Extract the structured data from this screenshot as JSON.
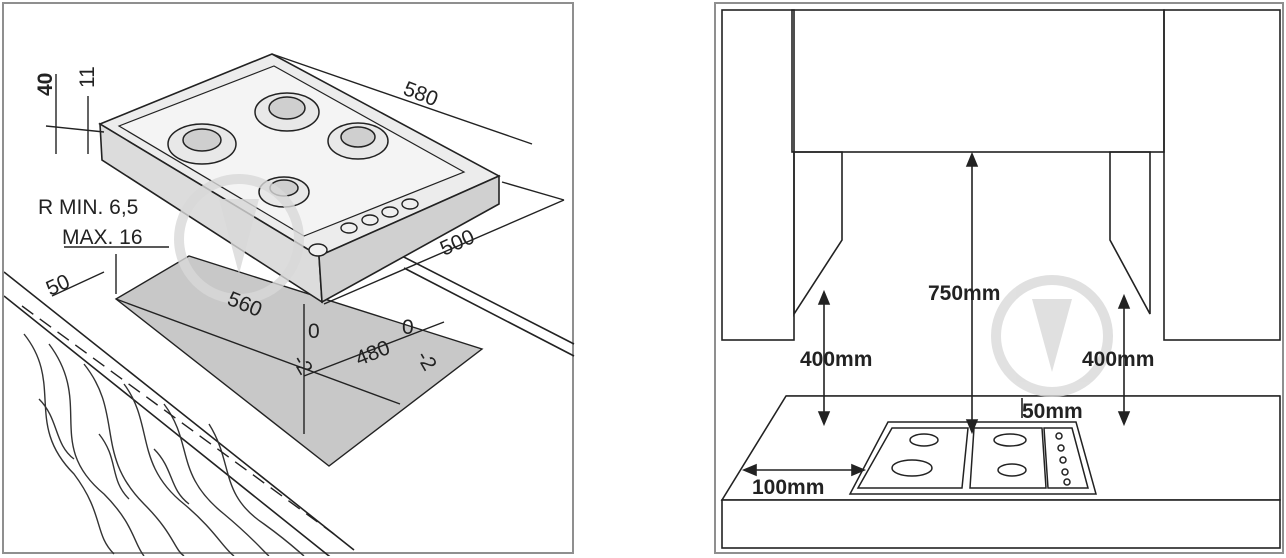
{
  "left": {
    "width_580": "580",
    "depth_500": "500",
    "cut_560": "560",
    "cut_480": "480",
    "tol_560_plus": "0",
    "tol_560_minus": "-2",
    "tol_480_plus": "0",
    "tol_480_minus": "-2",
    "height_40": "40",
    "height_11": "11",
    "radius_min": "R MIN. 6,5",
    "radius_max": "MAX. 16",
    "edge_50": "50"
  },
  "right": {
    "height_750": "750mm",
    "side_left": "400mm",
    "side_right": "400mm",
    "back_50": "50mm",
    "front_100": "100mm"
  },
  "colors": {
    "line": "#222222",
    "cutout": "#c8c8c8",
    "worktop_right": "#e6e6e6",
    "frame": "#8f8f8f",
    "watermark": "#d9d9d9"
  }
}
